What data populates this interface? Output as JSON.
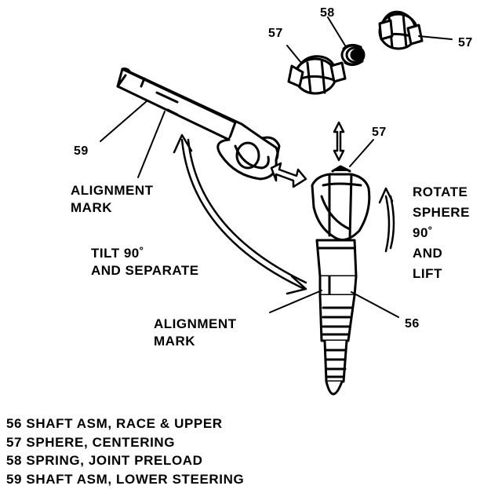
{
  "callouts": {
    "c57_top_left": "57",
    "c58_top": "58",
    "c57_top_right": "57",
    "c57_joint": "57",
    "c59": "59",
    "c56": "56"
  },
  "labels": {
    "alignment_mark_upper_l1": "ALIGNMENT",
    "alignment_mark_upper_l2": "MARK",
    "tilt_l1": "TILT 90˚",
    "tilt_l2": "AND SEPARATE",
    "rotate_l1": "ROTATE",
    "rotate_l2": "SPHERE",
    "rotate_l3": "90˚",
    "rotate_l4": "AND",
    "rotate_l5": "LIFT",
    "alignment_mark_lower_l1": "ALIGNMENT",
    "alignment_mark_lower_l2": "MARK"
  },
  "legend": [
    "56 SHAFT ASM, RACE & UPPER",
    "57 SPHERE, CENTERING",
    "58 SPRING, JOINT PRELOAD",
    "59 SHAFT ASM, LOWER STEERING"
  ]
}
